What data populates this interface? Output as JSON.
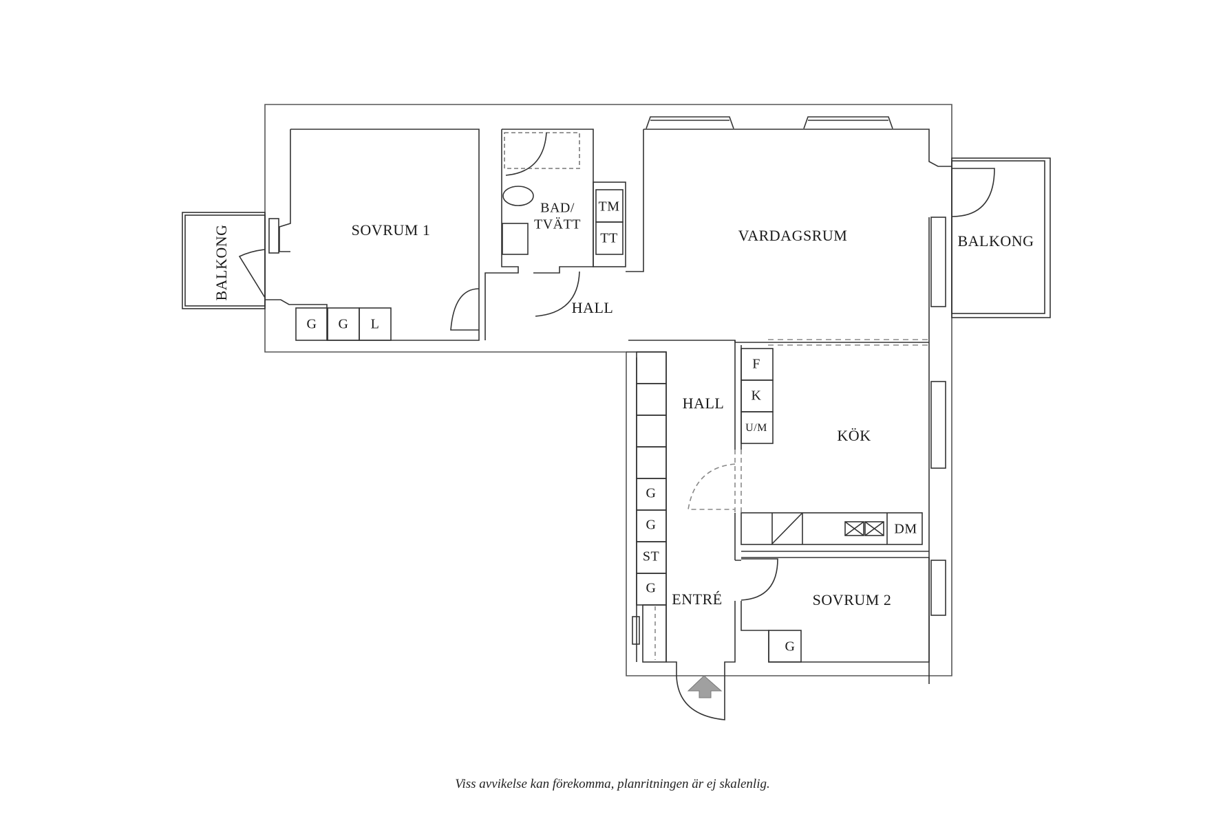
{
  "plan": {
    "rooms": {
      "sovrum1": "SOVRUM 1",
      "bad": "BAD/",
      "bad2": "TVÄTT",
      "vardagsrum": "VARDAGSRUM",
      "balkong_right": "BALKONG",
      "balkong_left": "BALKONG",
      "hall_top": "HALL",
      "hall_mid": "HALL",
      "kok": "KÖK",
      "entre": "ENTRÉ",
      "sovrum2": "SOVRUM 2"
    },
    "fixtures": {
      "sovrum1_closets": [
        "G",
        "G",
        "L"
      ],
      "laundry": [
        "TM",
        "TT"
      ],
      "kitchen_tall": [
        "F",
        "K",
        "U/M"
      ],
      "kitchen_dm": "DM",
      "hall_closets": [
        "G",
        "G",
        "ST",
        "G"
      ],
      "sovrum2_closet": "G"
    },
    "entrance_arrow": "entrance-arrow"
  },
  "footnote": "Viss avvikelse kan förekomma, planritningen är ej skalenlig.",
  "colors": {
    "line": "#333333",
    "dashed": "#777777",
    "arrow": "#a0a0a0"
  }
}
